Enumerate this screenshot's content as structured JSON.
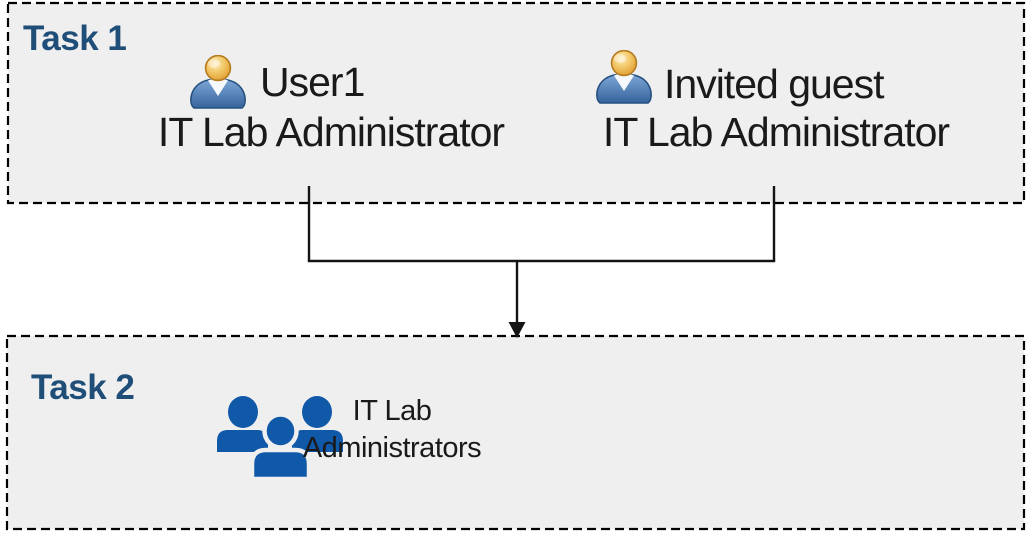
{
  "diagram": {
    "task1": {
      "title": "Task 1",
      "members": [
        {
          "name": "User1",
          "role": "IT Lab Administrator"
        },
        {
          "name": "Invited guest",
          "role": "IT Lab Administrator"
        }
      ]
    },
    "task2": {
      "title": "Task 2",
      "group_label_line1": "IT Lab",
      "group_label_line2": "Administrators"
    },
    "connector": {
      "type": "merge-arrow",
      "from": [
        "User1",
        "Invited guest"
      ],
      "to": "IT Lab Administrators"
    },
    "colors": {
      "task_title": "#1F4E79",
      "body_text": "#1A1A1A",
      "box_background": "#EFEFEF",
      "box_border": "#000000",
      "connector_line": "#141414",
      "group_icon_blue": "#1058A8",
      "person_icon_body_blue": "#35639C",
      "person_icon_head_gold": "#E09B2D"
    }
  }
}
